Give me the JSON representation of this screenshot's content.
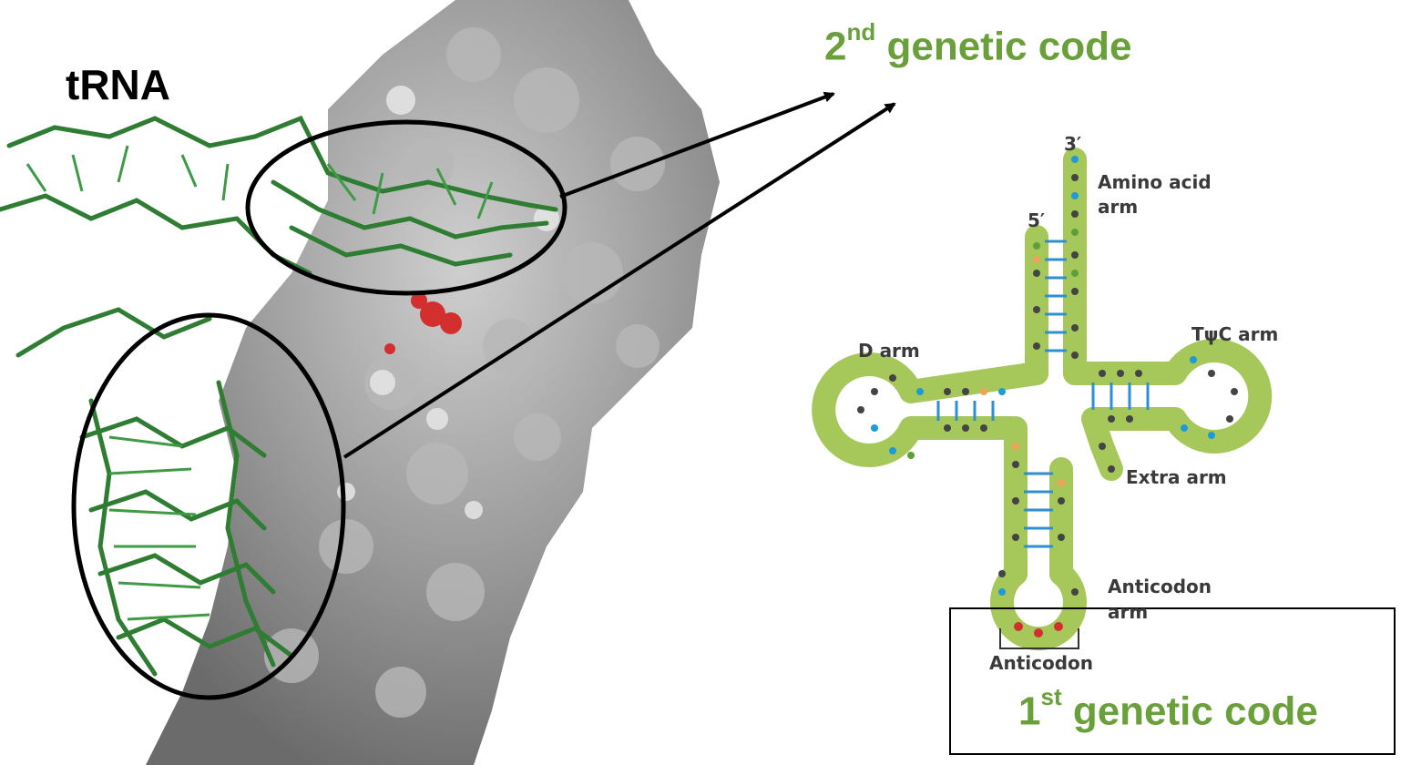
{
  "titles": {
    "trna": "tRNA",
    "second_code": {
      "ordinal": "2",
      "suffix": "nd",
      "text": " genetic code"
    },
    "first_code": {
      "ordinal": "1",
      "suffix": "st",
      "text": " genetic code"
    }
  },
  "diagram_labels": {
    "three_prime": "3′",
    "five_prime": "5′",
    "amino_acid_arm": "Amino acid",
    "amino_acid_arm_2": "arm",
    "d_arm": "D arm",
    "tpsic_arm": "TψC arm",
    "extra_arm": "Extra arm",
    "anticodon_arm": "Anticodon",
    "anticodon_arm_2": "arm",
    "anticodon": "Anticodon"
  },
  "colors": {
    "title_green": "#6aa03a",
    "backbone_green": "#a6c85a",
    "protein_gray": "#8c8c8c",
    "trna_green": "#2e7d32",
    "highlight_red": "#d32f2f",
    "base_dark": "#444444",
    "base_blue": "#1e9ad6",
    "base_orange": "#f2a15a",
    "base_green": "#5f9e3c",
    "base_red": "#d32f2f",
    "pair_blue": "#2f8fd0"
  }
}
